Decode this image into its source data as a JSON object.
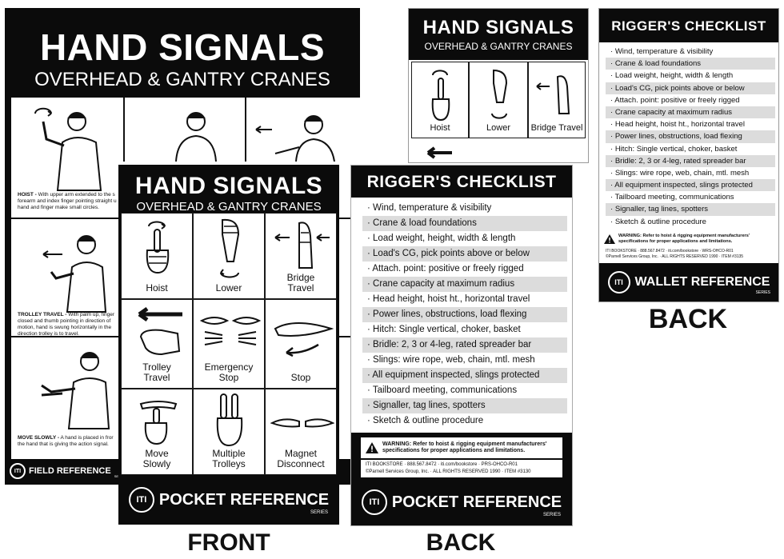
{
  "poster": {
    "title": "HAND SIGNALS",
    "subtitle": "OVERHEAD & GANTRY CRANES",
    "desc_hoist_title": "HOIST -",
    "desc_hoist_text": "With upper arm extended to the s forearm and index finger pointing straight u hand and finger make small circles.",
    "desc_trolley_title": "TROLLEY TRAVEL -",
    "desc_trolley_text": "With palm up, finger closed and thumb pointing in direction of motion, hand is swung horizontally in the direction trolley is to travel.",
    "desc_move_title": "MOVE SLOWLY -",
    "desc_move_text": "A hand is placed in fror the hand that is giving the action signal.",
    "footer_logo": "ITI",
    "footer_text": "FIELD REFERENCE",
    "footer_series": "SERIES"
  },
  "front_card": {
    "title": "HAND SIGNALS",
    "subtitle": "OVERHEAD & GANTRY CRANES",
    "signals": [
      {
        "label": "Hoist",
        "label2": ""
      },
      {
        "label": "Lower",
        "label2": ""
      },
      {
        "label": "Bridge",
        "label2": "Travel"
      },
      {
        "label": "Trolley",
        "label2": "Travel"
      },
      {
        "label": "Emergency",
        "label2": "Stop"
      },
      {
        "label": "Stop",
        "label2": ""
      },
      {
        "label": "Move",
        "label2": "Slowly"
      },
      {
        "label": "Multiple",
        "label2": "Trolleys"
      },
      {
        "label": "Magnet",
        "label2": "Disconnect"
      }
    ],
    "footer_logo": "ITI",
    "footer_text": "POCKET REFERENCE",
    "footer_series": "SERIES"
  },
  "back_card": {
    "title": "RIGGER'S CHECKLIST",
    "items": [
      "Wind, temperature & visibility",
      "Crane & load foundations",
      "Load weight, height, width & length",
      "Load's CG, pick points above or below",
      "Attach. point: positive or freely rigged",
      "Crane capacity at maximum radius",
      "Head height, hoist ht., horizontal travel",
      "Power lines, obstructions, load flexing",
      "Hitch: Single vertical, choker, basket",
      "Bridle: 2, 3 or 4-leg, rated spreader bar",
      "Slings: wire rope, web, chain, mtl. mesh",
      "All equipment inspected, slings protected",
      "Tailboard meeting, communications",
      "Signaller, tag lines, spotters",
      "Sketch & outline procedure"
    ],
    "warning_line1": "WARNING: Refer to hoist & rigging equipment manufacturers'",
    "warning_line2": "specifications for proper applications and limitations.",
    "pub_line1": "ITI BOOKSTORE · 888.567.8472 · iti.com/bookstore · PRS-OHCO-R01",
    "pub_line2": "©Parnell Services Group, Inc. · ALL RIGHTS RESERVED 1990 · ITEM #3130",
    "footer_logo": "ITI",
    "footer_text": "POCKET REFERENCE",
    "footer_series": "SERIES"
  },
  "wallet_front": {
    "title": "HAND SIGNALS",
    "subtitle": "OVERHEAD & GANTRY CRANES",
    "labels": [
      "Hoist",
      "Lower",
      "Bridge Travel"
    ]
  },
  "wallet_back": {
    "title": "RIGGER'S CHECKLIST",
    "items": [
      "Wind, temperature & visibility",
      "Crane & load foundations",
      "Load weight, height, width & length",
      "Load's CG, pick points above or below",
      "Attach. point: positive or freely rigged",
      "Crane capacity at maximum radius",
      "Head height, hoist ht., horizontal travel",
      "Power lines, obstructions, load flexing",
      "Hitch: Single vertical, choker, basket",
      "Bridle: 2, 3 or 4-leg, rated spreader bar",
      "Slings: wire rope, web, chain, mtl. mesh",
      "All equipment inspected, slings protected",
      "Tailboard meeting, communications",
      "Signaller, tag lines, spotters",
      "Sketch & outline procedure"
    ],
    "warning_line1": "WARNING: Refer to hoist & rigging equipment manufacturers'",
    "warning_line2": "specifications for proper applications and limitations.",
    "pub_line1": "ITI BOOKSTORE · 888.567.8472 · iti.com/bookstore · WRS-OHCO-R01",
    "pub_line2": "©Parnell Services Group, Inc. · ALL RIGHTS RESERVED 1990 · ITEM #3135",
    "footer_logo": "ITI",
    "footer_text": "WALLET REFERENCE",
    "footer_series": "SERIES"
  },
  "captions": {
    "front": "FRONT",
    "back_pocket": "BACK",
    "back_wallet": "BACK"
  }
}
